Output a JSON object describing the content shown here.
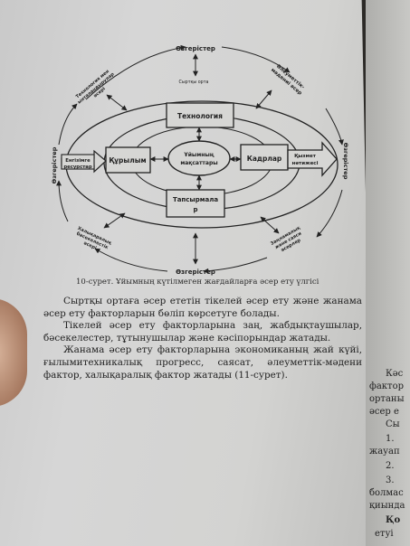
{
  "diagram": {
    "top_label": "Өзгерістер",
    "bottom_label": "Өзгерістер",
    "left_label": "Өзгерістер",
    "right_label": "Өзгерістер",
    "center_top_small": "Сыртқы орта",
    "box_top": "Технология",
    "box_left": "Құрылым",
    "box_right": "Кадрлар",
    "box_bottom_line1": "Тапсырмала",
    "box_bottom_line2": "р",
    "center_line1": "Ұйымның",
    "center_line2": "мақсаттары",
    "input_left_line1": "Енгізімге",
    "input_left_line2": "ресурстар",
    "output_right_line1": "Қызмет",
    "output_right_line2": "нәтижесі",
    "ul_line1": "Технология мен",
    "ul_line2": "ынталандырулар",
    "ul_line3": "әсері",
    "ur_line1": "Әлеуметтік-",
    "ur_line2": "мәдениі әсер",
    "ll_line1": "Халықаралық",
    "ll_line2": "бәсекелестік",
    "ll_line3": "әсері",
    "lr_line1": "Заңнамалық",
    "lr_line2": "және саяси",
    "lr_line3": "әсерлер"
  },
  "caption": "10-сурет. Ұйымның күтілмеген жағдайларға әсер ету үлгісі",
  "paragraphs": [
    "Сыртқы ортаға әсер ететін тікелей әсер ету және жанама әсер ету факторларын бөліп көрсетуге болады.",
    "Тікелей әсер ету факторларына заң, жабдықтаушылар, бәсекелестер, тұтынушылар және кәсіпорындар жатады.",
    "Жанама әсер ету факторларына экономиканың жай күйі, ғылымитехникалық прогресс, саясат, әлеуметтік-мәдени фактор, халықаралық фактор жатады (11-сурет)."
  ],
  "side_page": {
    "lines": [
      "Кәс",
      "фактор",
      "ортаны",
      "әсер е",
      "Сы",
      "1.",
      "жауап",
      "2.",
      "3.",
      "болмас",
      "қиында",
      "Қо",
      "етуі"
    ]
  }
}
